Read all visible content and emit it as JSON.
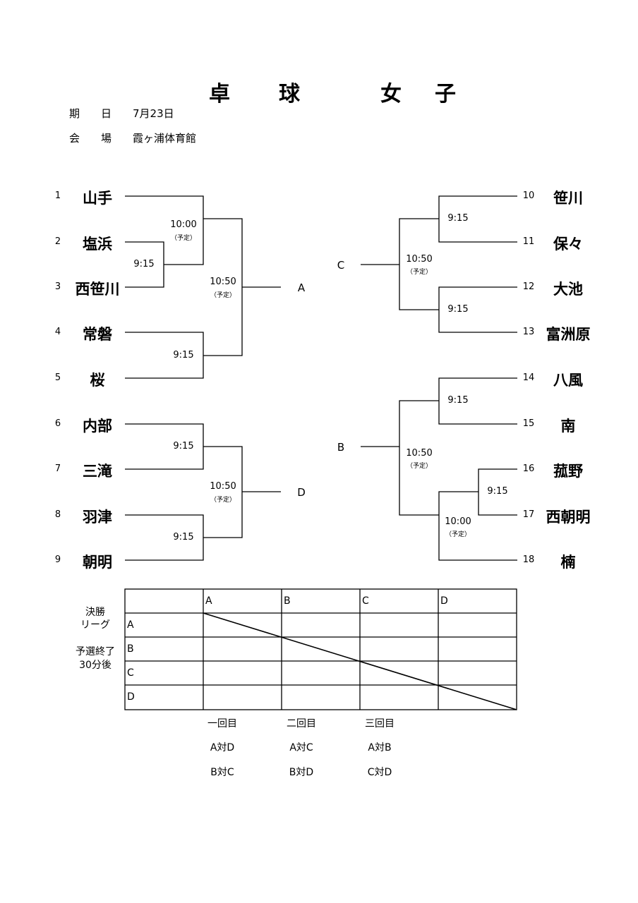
{
  "title": {
    "char1": "卓",
    "char2": "球",
    "char3": "女",
    "char4": "子"
  },
  "info": {
    "date_label": "期　　日",
    "date_value": "7月23日",
    "venue_label": "会　　場",
    "venue_value": "霞ヶ浦体育館"
  },
  "teams_left": [
    {
      "num": "1",
      "name": "山手"
    },
    {
      "num": "2",
      "name": "塩浜"
    },
    {
      "num": "3",
      "name": "西笹川"
    },
    {
      "num": "4",
      "name": "常磐"
    },
    {
      "num": "5",
      "name": "桜"
    },
    {
      "num": "6",
      "name": "内部"
    },
    {
      "num": "7",
      "name": "三滝"
    },
    {
      "num": "8",
      "name": "羽津"
    },
    {
      "num": "9",
      "name": "朝明"
    }
  ],
  "teams_right": [
    {
      "num": "10",
      "name": "笹川"
    },
    {
      "num": "11",
      "name": "保々"
    },
    {
      "num": "12",
      "name": "大池"
    },
    {
      "num": "13",
      "name": "富洲原"
    },
    {
      "num": "14",
      "name": "八風"
    },
    {
      "num": "15",
      "name": "南"
    },
    {
      "num": "16",
      "name": "菰野"
    },
    {
      "num": "17",
      "name": "西朝明"
    },
    {
      "num": "18",
      "name": "楠"
    }
  ],
  "times": {
    "t915": "9:15",
    "t1000": "10:00",
    "t1050": "10:50",
    "tentative": "（予定）"
  },
  "blocks": {
    "a": "A",
    "b": "B",
    "c": "C",
    "d": "D"
  },
  "league": {
    "label_line1": "決勝",
    "label_line2": "リーグ",
    "note_line1": "予選終了",
    "note_line2": "30分後",
    "cols": [
      "A",
      "B",
      "C",
      "D"
    ],
    "rows": [
      "A",
      "B",
      "C",
      "D"
    ]
  },
  "rounds": [
    {
      "name": "一回目",
      "match1": "A対D",
      "match2": "B対C"
    },
    {
      "name": "二回目",
      "match1": "A対C",
      "match2": "B対D"
    },
    {
      "name": "三回目",
      "match1": "A対B",
      "match2": "C対D"
    }
  ]
}
